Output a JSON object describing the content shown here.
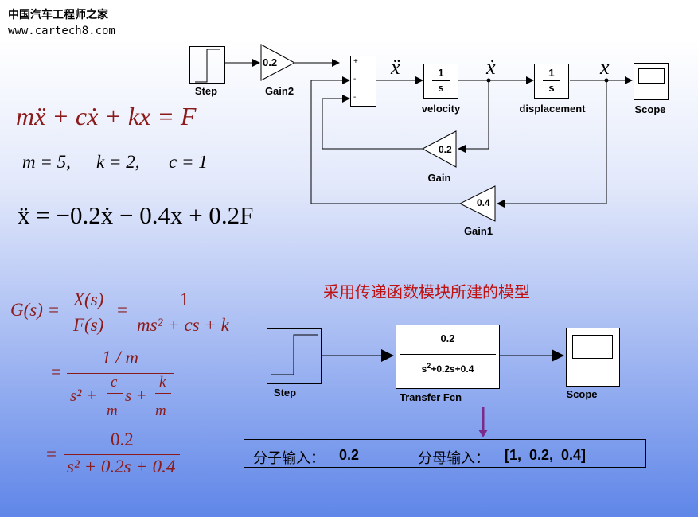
{
  "watermark": {
    "name": "中国汽车工程师之家",
    "url": "www.cartech8.com"
  },
  "upper_model": {
    "blocks": {
      "step": "Step",
      "gain2": {
        "value": "0.2",
        "label": "Gain2"
      },
      "sum_signs": [
        "+",
        "-",
        "-"
      ],
      "velocity": {
        "num": "1",
        "den": "s",
        "label": "velocity"
      },
      "displacement": {
        "num": "1",
        "den": "s",
        "label": "displacement"
      },
      "scope": "Scope",
      "gain": {
        "value": "0.2",
        "label": "Gain"
      },
      "gain1": {
        "value": "0.4",
        "label": "Gain1"
      }
    },
    "signals": {
      "accel": "ẍ",
      "vel": "ẋ",
      "pos": "x"
    }
  },
  "equations": {
    "motion": "mẍ + cẋ + kx = F",
    "params": {
      "m": "m = 5,",
      "k": "k = 2,",
      "c": "c = 1"
    },
    "solved": "ẍ = −0.2ẋ − 0.4x + 0.2F",
    "transfer": {
      "lhs": "G(s) =",
      "X": "X(s)",
      "F": "F(s)",
      "one": "1",
      "den1": "ms² + cs + k",
      "num2": "1 / m",
      "den2a": "s² +",
      "c": "c",
      "m": "m",
      "s": "s +",
      "k": "k",
      "num3": "0.2",
      "den3": "s² + 0.2s + 0.4"
    }
  },
  "lower_model": {
    "title": "采用传递函数模块所建的模型",
    "step": "Step",
    "tf": {
      "num": "0.2",
      "den_s": "s",
      "den_sup": "2",
      "den_rest": "+0.2s+0.4",
      "label": "Transfer Fcn"
    },
    "scope": "Scope"
  },
  "input_box": {
    "num_label": "分子输入：",
    "num_value": "0.2",
    "den_label": "分母输入：",
    "den_value": "[1, 0.2, 0.4]"
  }
}
